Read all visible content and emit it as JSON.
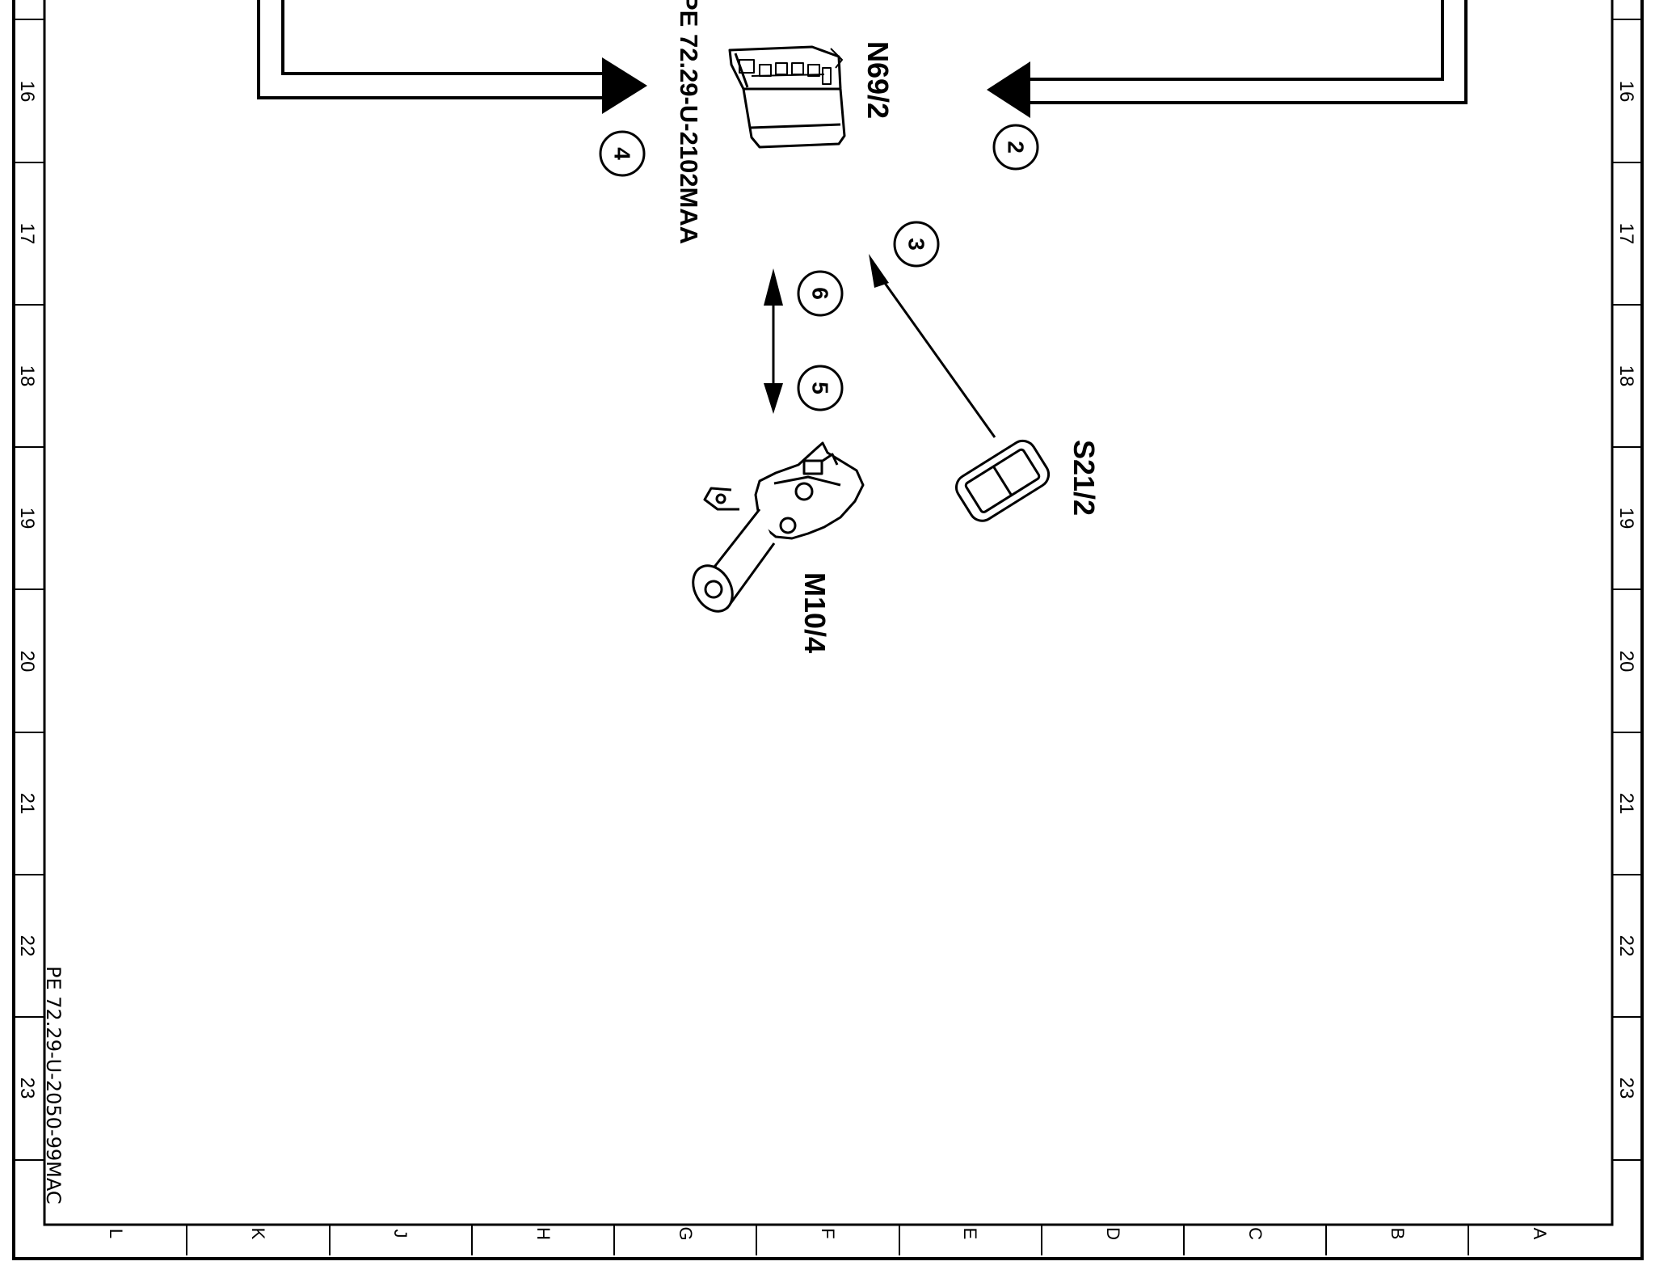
{
  "diagram": {
    "title_code": "PE 72.29-U-2102MAA",
    "footer_code": "PE 72.29-U-2050-99MAC",
    "row_labels": [
      "16",
      "17",
      "18",
      "19",
      "20",
      "21",
      "22",
      "23"
    ],
    "column_labels": [
      "L",
      "K",
      "J",
      "H",
      "G",
      "F",
      "E",
      "D",
      "C",
      "B",
      "A"
    ],
    "components": {
      "control_module": "N69/2",
      "motor": "M10/4",
      "switch": "S21/2"
    },
    "callouts": {
      "c2": "2",
      "c3": "3",
      "c4": "4",
      "c5": "5",
      "c6": "6"
    }
  }
}
